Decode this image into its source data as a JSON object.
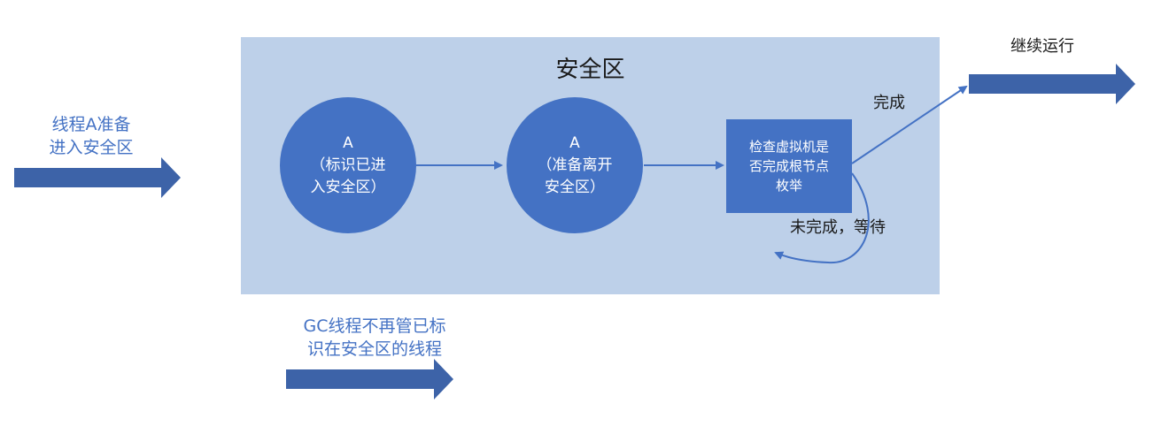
{
  "zone": {
    "title": "安全区"
  },
  "enter": {
    "line1": "线程A准备",
    "line2": "进入安全区"
  },
  "circle1": {
    "line1": "A",
    "line2": "（标识已进",
    "line3": "入安全区）"
  },
  "circle2": {
    "line1": "A",
    "line2": "（准备离开",
    "line3": "安全区）"
  },
  "check_box": {
    "line1": "检查虚拟机是",
    "line2": "否完成根节点",
    "line3": "枚举"
  },
  "done_label": "完成",
  "wait_label": "未完成，等待",
  "continue_label": "继续运行",
  "gc_note": {
    "line1": "GC线程不再管已标",
    "line2": "识在安全区的线程"
  },
  "colors": {
    "primary": "#4472c4",
    "zone": "#bdd0e9",
    "arrow": "#3d63a8"
  }
}
